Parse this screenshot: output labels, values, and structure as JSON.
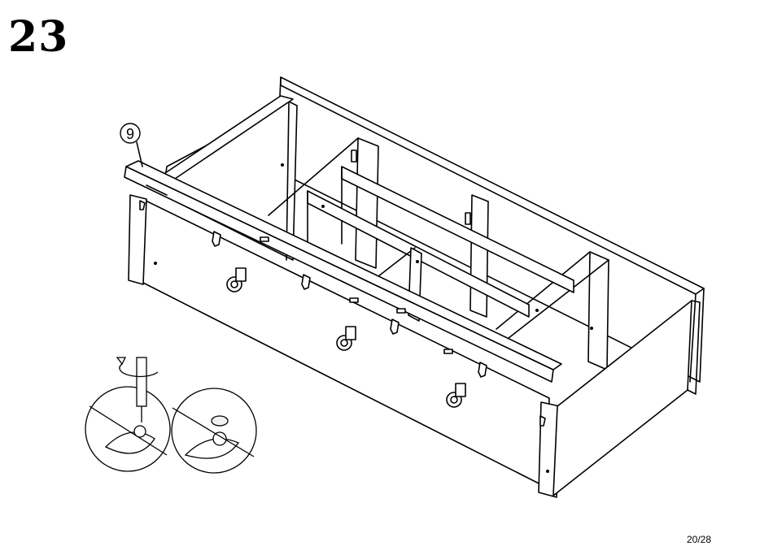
{
  "step": {
    "number": "23"
  },
  "callouts": [
    {
      "label": "9"
    }
  ],
  "footer": {
    "page_number": "20/28"
  },
  "colors": {
    "ink": "#000000",
    "panel_shade": "#f2f2f2",
    "paper": "#ffffff"
  },
  "icons": [
    "rotate-clockwise-arrow-icon",
    "screwdriver-icon",
    "cam-lock-icon"
  ]
}
